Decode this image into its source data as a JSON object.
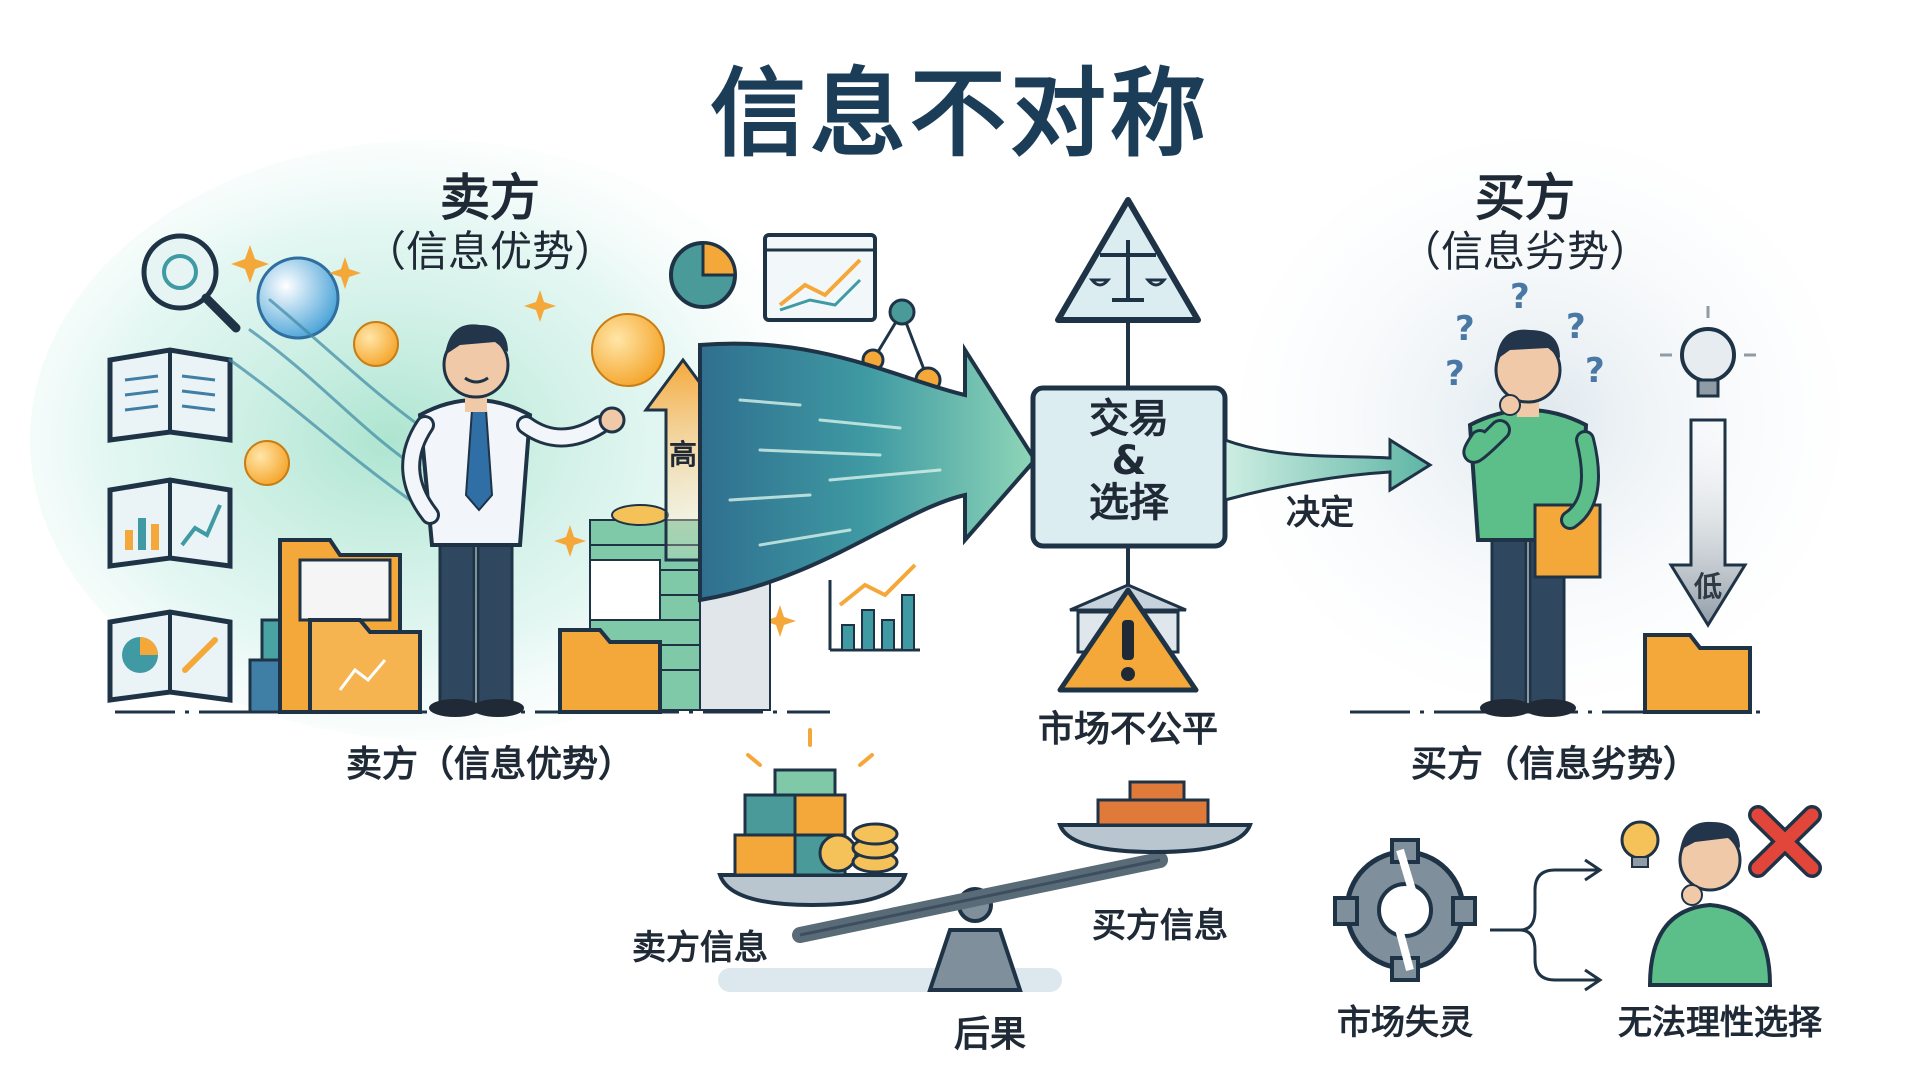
{
  "title": "信息不对称",
  "seller": {
    "heading": "卖方",
    "subheading": "（信息优势）",
    "caption": "卖方（信息优势）",
    "arrow_label": "高"
  },
  "buyer": {
    "heading": "买方",
    "subheading": "（信息劣势）",
    "caption": "买方（信息劣势）",
    "arrow_label": "低"
  },
  "center": {
    "box_line1": "交易",
    "box_line2": "&",
    "box_line3": "选择",
    "decision_label": "决定",
    "unfair_label": "市场不公平"
  },
  "consequences": {
    "seller_info": "卖方信息",
    "buyer_info": "买方信息",
    "label": "后果",
    "market_failure": "市场失灵",
    "irrational_choice": "无法理性选择"
  },
  "colors": {
    "title": "#1b3d57",
    "orange": "#f5a83a",
    "teal": "#4a9a9a",
    "green_shirt": "#5cbf8a",
    "dark_outline": "#1f3347",
    "panel_blue": "#dcedf2",
    "warning_red": "#e2463b"
  },
  "icons": [
    "magnifier-icon",
    "book-icon",
    "chart-book-icon",
    "pie-chart-icon",
    "line-chart-icon",
    "network-icon",
    "scale-icon",
    "warning-icon",
    "bank-icon",
    "lightbulb-icon",
    "gear-icon",
    "red-x-icon",
    "folder-icon",
    "coin-icon"
  ]
}
